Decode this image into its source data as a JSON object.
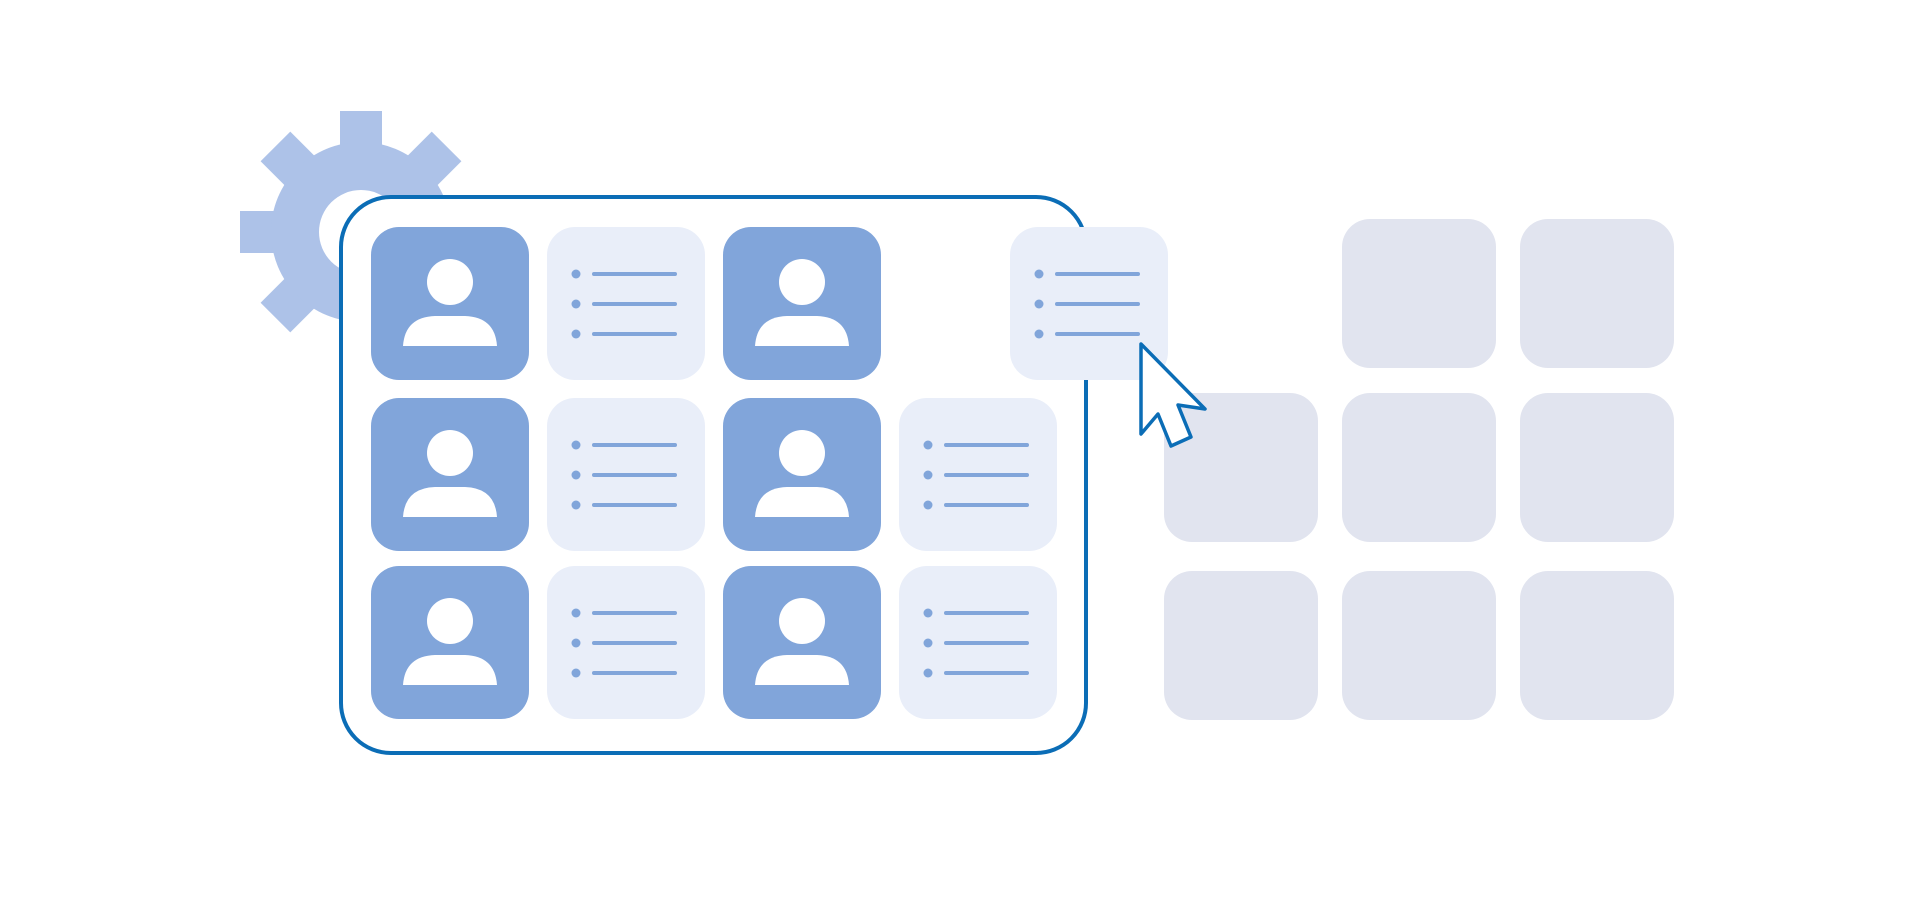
{
  "colors": {
    "background": "#ffffff",
    "gear": "#adc2e8",
    "selection_border": "#0b6db6",
    "profile_tile": "#81a5da",
    "profile_glyph": "#ffffff",
    "list_tile": "#e9eef9",
    "list_glyph": "#81a5da",
    "placeholder_tile": "#e1e4ef",
    "cursor_fill": "#ffffff",
    "cursor_stroke": "#0b6db6"
  },
  "icons": {
    "gear": "gear-icon",
    "profile": "user-profile-icon",
    "list": "list-icon",
    "cursor": "mouse-pointer-icon"
  },
  "selection_grid": [
    [
      "profile",
      "list",
      "profile",
      "empty"
    ],
    [
      "profile",
      "list",
      "profile",
      "list"
    ],
    [
      "profile",
      "list",
      "profile",
      "list"
    ]
  ],
  "dragged_tile": "list",
  "placeholder_grid": [
    [
      false,
      true,
      true
    ],
    [
      true,
      true,
      true
    ],
    [
      true,
      true,
      true
    ]
  ]
}
